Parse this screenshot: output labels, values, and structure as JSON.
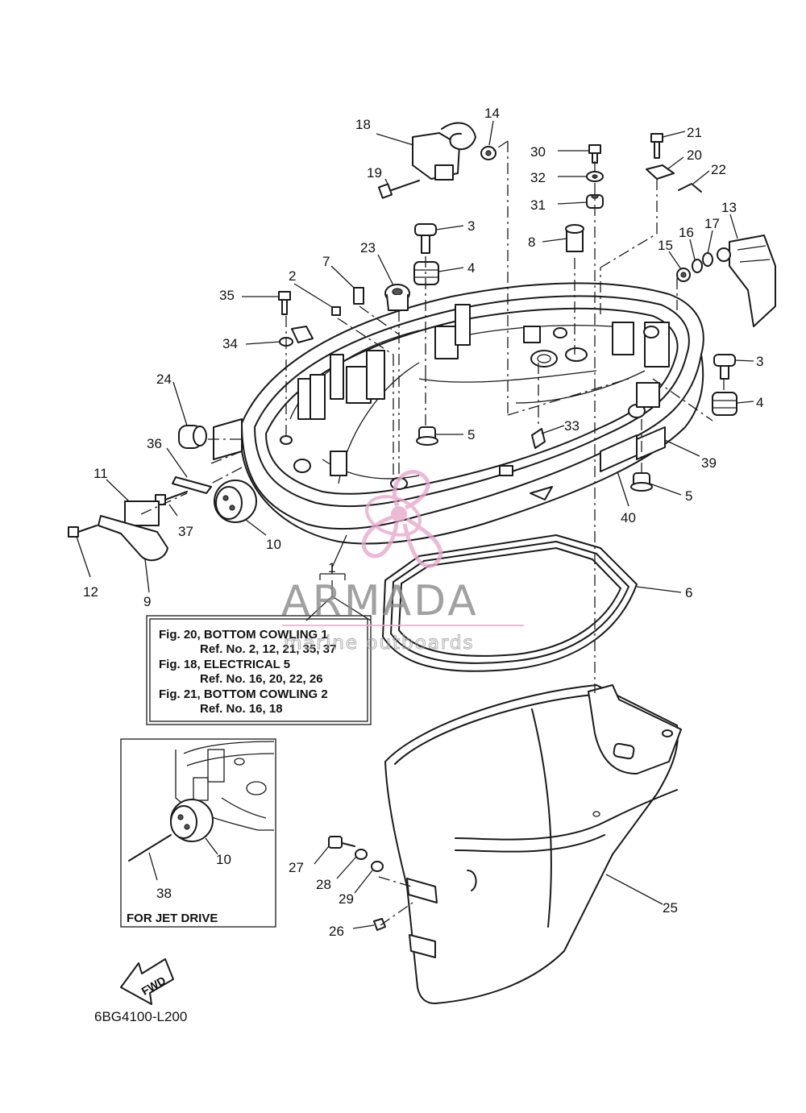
{
  "callouts": [
    {
      "id": "c1",
      "text": "1"
    },
    {
      "id": "c2",
      "text": "2"
    },
    {
      "id": "c3a",
      "text": "3"
    },
    {
      "id": "c3b",
      "text": "3"
    },
    {
      "id": "c4a",
      "text": "4"
    },
    {
      "id": "c4b",
      "text": "4"
    },
    {
      "id": "c5a",
      "text": "5"
    },
    {
      "id": "c5b",
      "text": "5"
    },
    {
      "id": "c6",
      "text": "6"
    },
    {
      "id": "c7",
      "text": "7"
    },
    {
      "id": "c8",
      "text": "8"
    },
    {
      "id": "c9",
      "text": "9"
    },
    {
      "id": "c10a",
      "text": "10"
    },
    {
      "id": "c10b",
      "text": "10"
    },
    {
      "id": "c11",
      "text": "11"
    },
    {
      "id": "c12",
      "text": "12"
    },
    {
      "id": "c13",
      "text": "13"
    },
    {
      "id": "c14",
      "text": "14"
    },
    {
      "id": "c15",
      "text": "15"
    },
    {
      "id": "c16",
      "text": "16"
    },
    {
      "id": "c17",
      "text": "17"
    },
    {
      "id": "c18",
      "text": "18"
    },
    {
      "id": "c19",
      "text": "19"
    },
    {
      "id": "c20",
      "text": "20"
    },
    {
      "id": "c21",
      "text": "21"
    },
    {
      "id": "c22",
      "text": "22"
    },
    {
      "id": "c23",
      "text": "23"
    },
    {
      "id": "c24",
      "text": "24"
    },
    {
      "id": "c25",
      "text": "25"
    },
    {
      "id": "c26",
      "text": "26"
    },
    {
      "id": "c27",
      "text": "27"
    },
    {
      "id": "c28",
      "text": "28"
    },
    {
      "id": "c29",
      "text": "29"
    },
    {
      "id": "c30",
      "text": "30"
    },
    {
      "id": "c31",
      "text": "31"
    },
    {
      "id": "c32",
      "text": "32"
    },
    {
      "id": "c33",
      "text": "33"
    },
    {
      "id": "c34",
      "text": "34"
    },
    {
      "id": "c35",
      "text": "35"
    },
    {
      "id": "c36",
      "text": "36"
    },
    {
      "id": "c37",
      "text": "37"
    },
    {
      "id": "c38",
      "text": "38"
    },
    {
      "id": "c39",
      "text": "39"
    },
    {
      "id": "c40",
      "text": "40"
    }
  ],
  "reference_box": {
    "lines": [
      "Fig. 20, BOTTOM COWLING 1",
      "Ref. No. 2, 12, 21, 35, 37",
      "Fig. 18, ELECTRICAL 5",
      "Ref. No. 16, 20, 22, 26",
      "Fig. 21, BOTTOM COWLING 2",
      "Ref. No. 16, 18"
    ]
  },
  "inset": {
    "caption": "FOR JET DRIVE"
  },
  "fwd_arrow": {
    "text": "FWD"
  },
  "diagram_code": "6BG4100-L200",
  "watermark": {
    "brand": "ARMADA",
    "tagline": "marine outboards",
    "logo_color": "#e8a8cc",
    "text_color": "#8a8a8a"
  }
}
